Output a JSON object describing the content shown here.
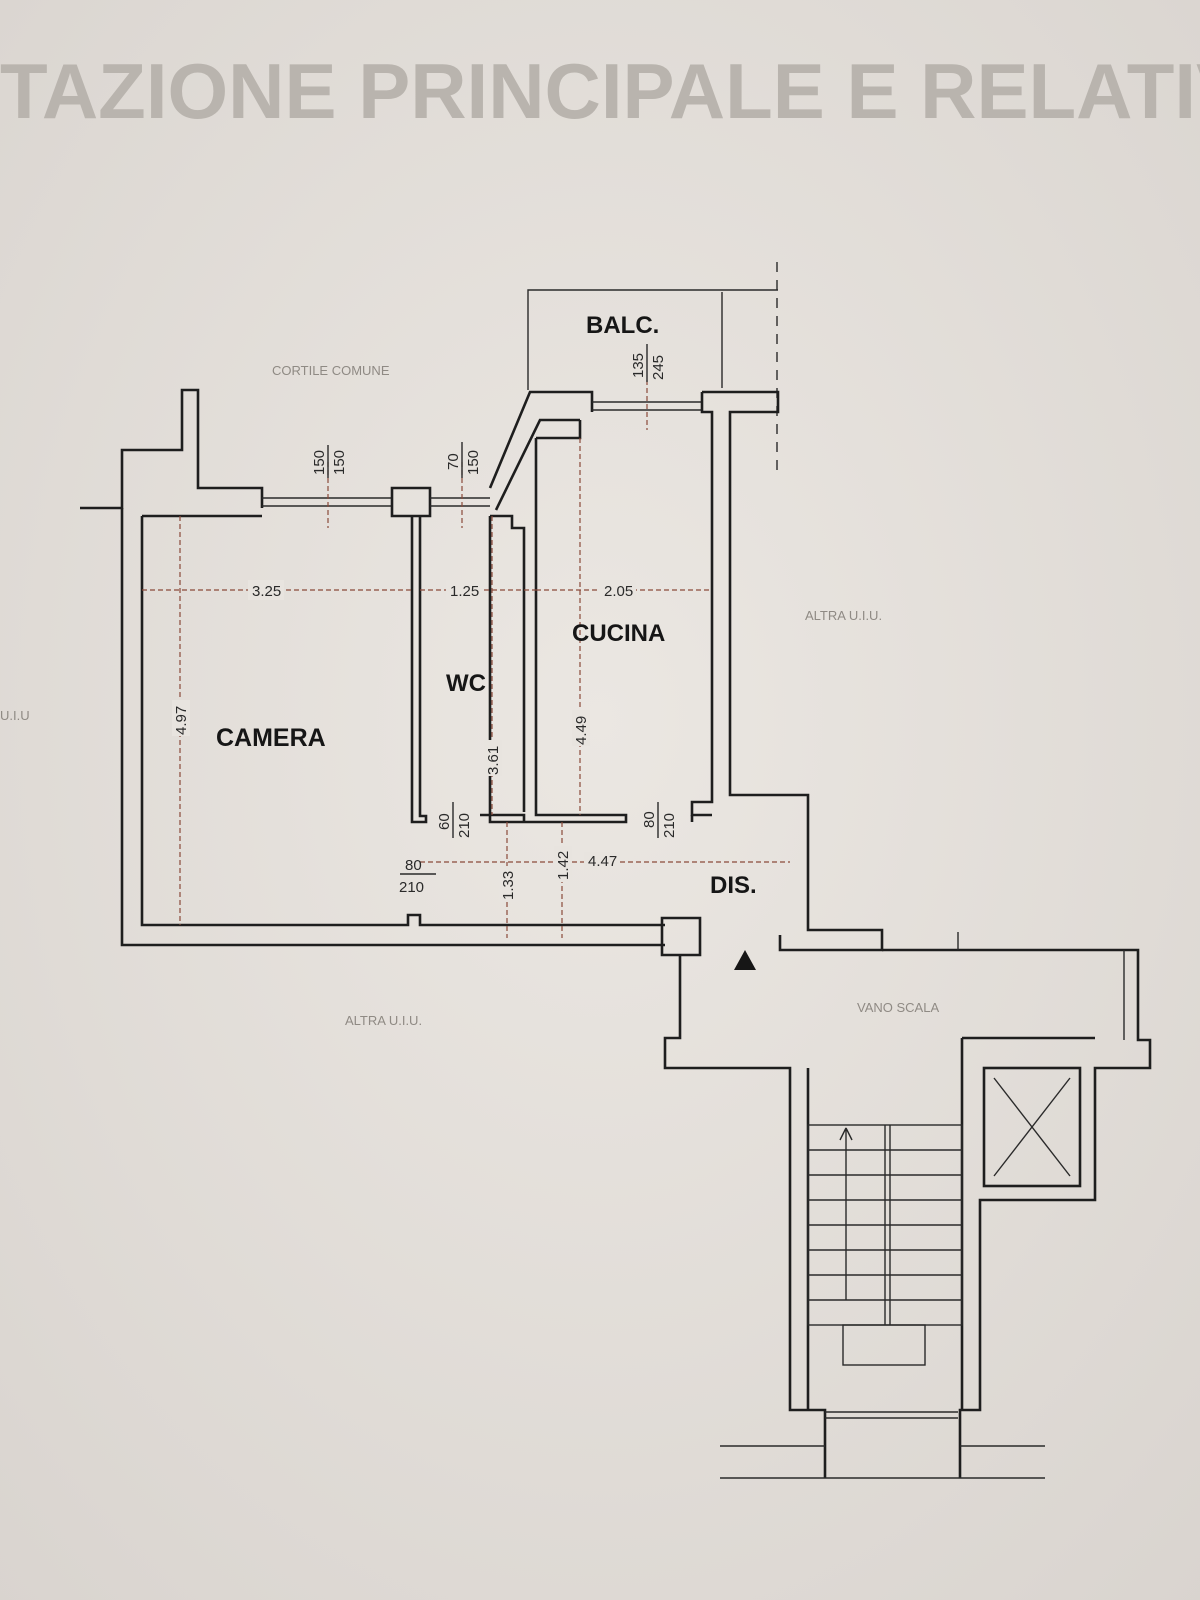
{
  "header_text": "TAZIONE PRINCIPALE E RELATIV",
  "labels": {
    "cortile": "CORTILE COMUNE",
    "altra_ui_right": "ALTRA U.I.U.",
    "altra_ui_left": "U.I.U",
    "altra_ui_bottom": "ALTRA U.I.U.",
    "vano_scala": "VANO SCALA"
  },
  "rooms": {
    "balcony": "BALC.",
    "cucina": "CUCINA",
    "wc": "WC",
    "camera": "CAMERA",
    "dis": "DIS."
  },
  "dimensions": {
    "camera_width": "3.25",
    "wc_width": "1.25",
    "cucina_width": "2.05",
    "camera_depth": "4.97",
    "wc_depth": "3.61",
    "cucina_depth": "4.49",
    "dis_length": "4.47",
    "dis_depth_a": "1.33",
    "dis_depth_b": "1.42"
  },
  "openings": {
    "window_camera": {
      "w": "150",
      "h": "150"
    },
    "window_wc": {
      "w": "70",
      "h": "150"
    },
    "window_balcony": {
      "w": "135",
      "h": "245"
    },
    "door_wc": {
      "w": "60",
      "h": "210"
    },
    "door_cucina": {
      "w": "80",
      "h": "210"
    },
    "door_camera": {
      "w": "80",
      "h": "210"
    }
  },
  "colors": {
    "paper": "#e6e2dd",
    "walls": "#1e1e1e",
    "dimension_lines": "#8a4a3a"
  }
}
